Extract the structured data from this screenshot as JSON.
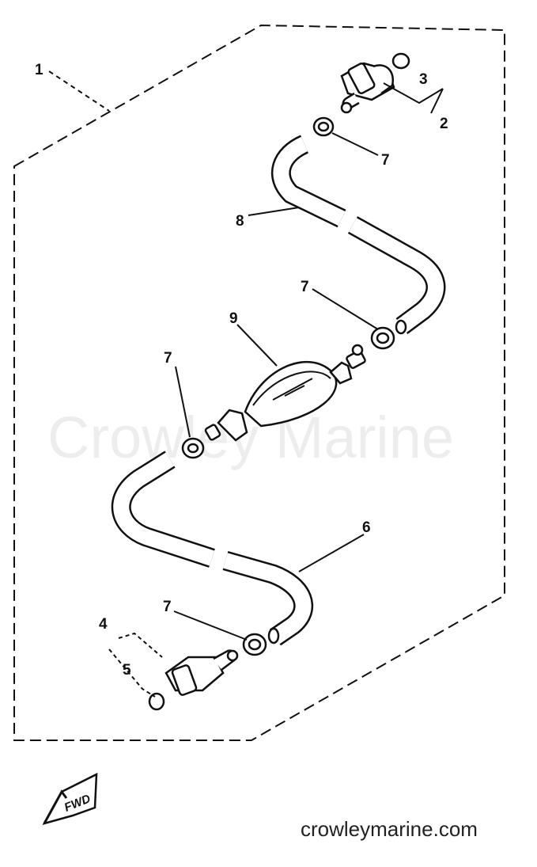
{
  "callouts": {
    "c1": "1",
    "c2": "2",
    "c3": "3",
    "c4": "4",
    "c5": "5",
    "c6": "6",
    "c7a": "7",
    "c7b": "7",
    "c7c": "7",
    "c7d": "7",
    "c8": "8",
    "c9": "9"
  },
  "watermark": "Crowley Marine",
  "footer_url": "crowleymarine.com",
  "fwd_label": "FWD"
}
